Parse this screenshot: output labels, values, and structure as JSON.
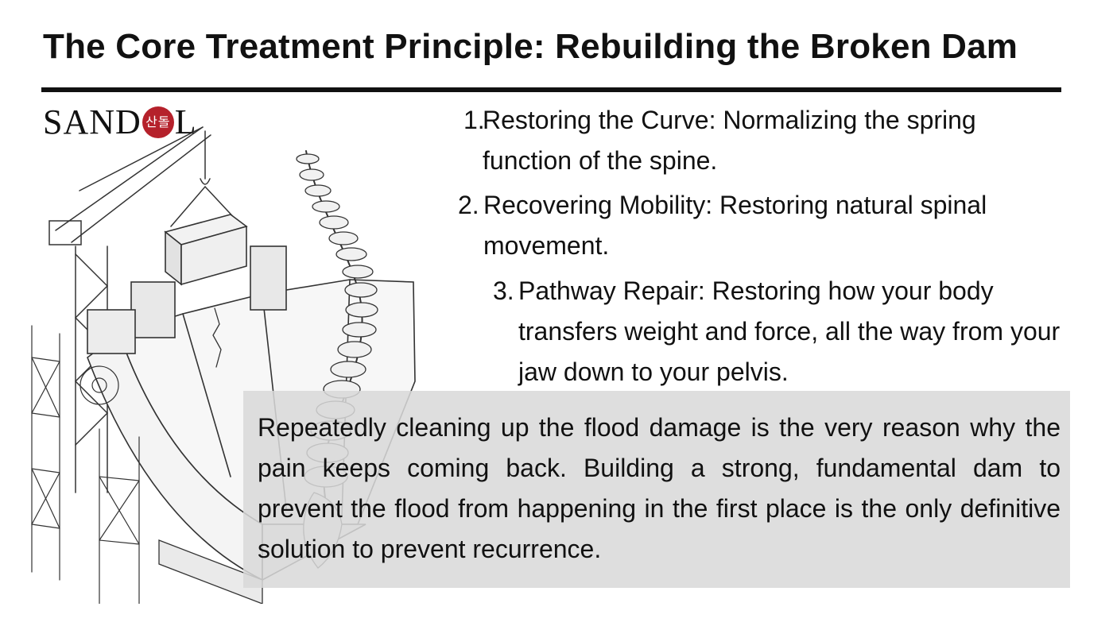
{
  "header": {
    "title": "The Core Treatment Principle: Rebuilding the Broken Dam"
  },
  "logo": {
    "left_text": "SAND",
    "seal_text": "산돌",
    "right_text": "L"
  },
  "principles": [
    {
      "number": "1.",
      "text": "Restoring the Curve: Normalizing the spring function of the spine."
    },
    {
      "number": "2.",
      "text": "Recovering Mobility: Restoring natural spinal movement."
    },
    {
      "number": "3.",
      "text": "Pathway Repair: Restoring how your body transfers weight and force, all the way from your jaw down to your pelvis."
    }
  ],
  "callout": {
    "text": "Repeatedly cleaning up the flood damage is the very reason why the pain keeps coming back. Building a strong, fundamental dam to prevent the flood from happening in the first place is the only definitive solution to prevent recurrence."
  },
  "colors": {
    "text": "#111111",
    "seal": "#b5212b",
    "callout_bg": "#d8d8d8"
  }
}
